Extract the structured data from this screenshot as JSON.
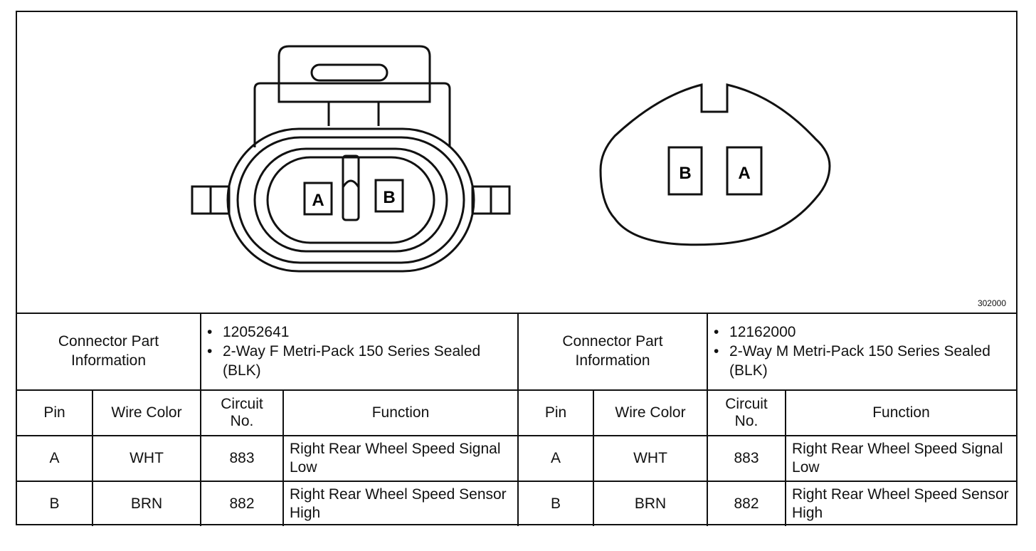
{
  "diagram": {
    "female_connector_pins": [
      "A",
      "B"
    ],
    "male_connector_pins": [
      "B",
      "A"
    ],
    "figure_number": "302000"
  },
  "table": {
    "left": {
      "info_label": "Connector Part Information",
      "info_items": [
        "12052641",
        "2-Way F Metri-Pack 150 Series Sealed (BLK)"
      ],
      "headers": [
        "Pin",
        "Wire Color",
        "Circuit No.",
        "Function"
      ],
      "rows": [
        {
          "pin": "A",
          "wire_color": "WHT",
          "circuit": "883",
          "function": "Right Rear Wheel Speed Signal Low"
        },
        {
          "pin": "B",
          "wire_color": "BRN",
          "circuit": "882",
          "function": "Right Rear Wheel Speed Sensor High"
        }
      ]
    },
    "right": {
      "info_label": "Connector Part Information",
      "info_items": [
        "12162000",
        "2-Way M Metri-Pack 150 Series Sealed (BLK)"
      ],
      "headers": [
        "Pin",
        "Wire Color",
        "Circuit No.",
        "Function"
      ],
      "rows": [
        {
          "pin": "A",
          "wire_color": "WHT",
          "circuit": "883",
          "function": "Right Rear Wheel Speed Signal Low"
        },
        {
          "pin": "B",
          "wire_color": "BRN",
          "circuit": "882",
          "function": "Right Rear Wheel Speed Sensor High"
        }
      ]
    }
  }
}
